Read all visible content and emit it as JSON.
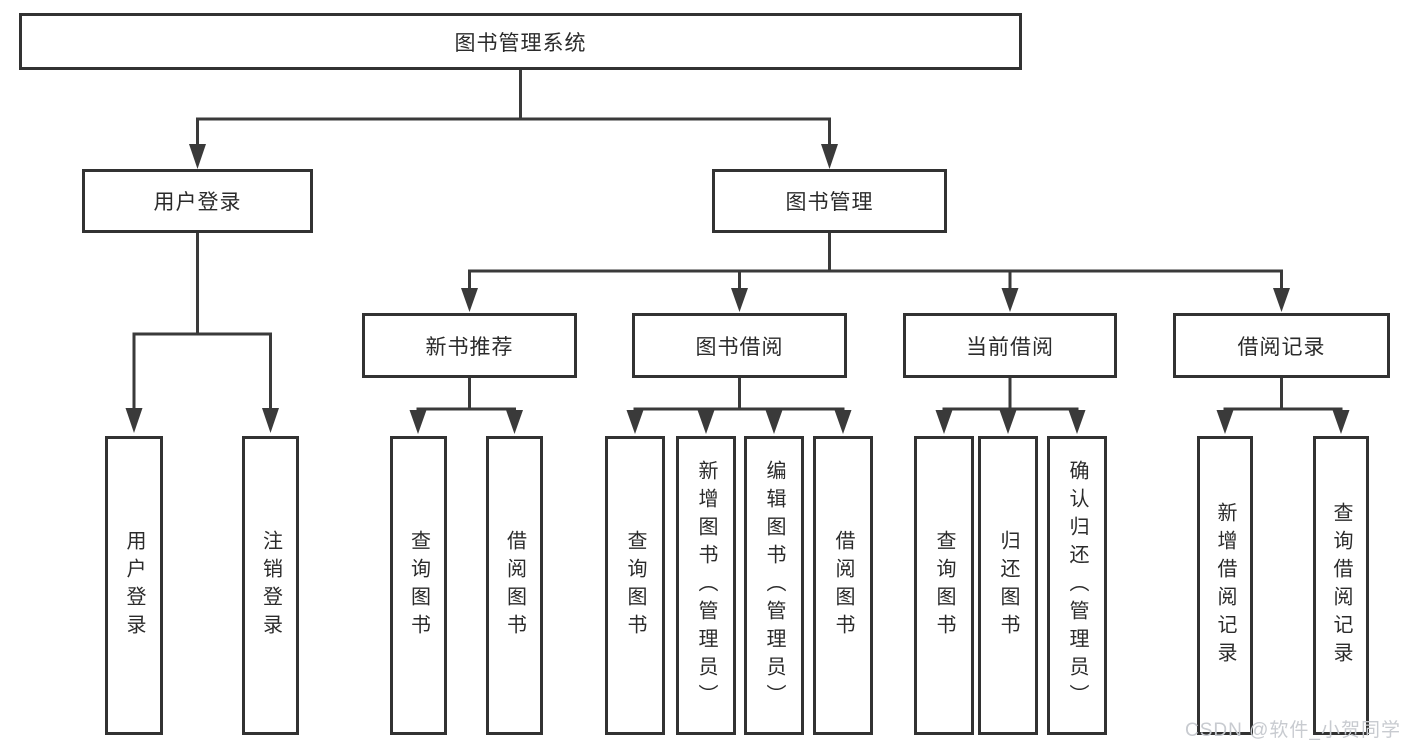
{
  "diagram": {
    "root": {
      "label": "图书管理系统"
    },
    "level2": {
      "user_login": {
        "label": "用户登录"
      },
      "book_mgmt": {
        "label": "图书管理"
      }
    },
    "level3": {
      "new_book_rec": {
        "label": "新书推荐"
      },
      "book_borrow": {
        "label": "图书借阅"
      },
      "current_borrow": {
        "label": "当前借阅"
      },
      "borrow_record": {
        "label": "借阅记录"
      }
    },
    "leaves": {
      "user_login": {
        "label": "用户登录"
      },
      "logout": {
        "label": "注销登录"
      },
      "rec_query_books": {
        "label": "查询图书"
      },
      "rec_borrow_books": {
        "label": "借阅图书"
      },
      "borrow_query_books": {
        "label": "查询图书"
      },
      "borrow_add_books": {
        "label": "新增图书（管理员）"
      },
      "borrow_edit_books": {
        "label": "编辑图书（管理员）"
      },
      "borrow_borrow_books": {
        "label": "借阅图书"
      },
      "current_query_books": {
        "label": "查询图书"
      },
      "current_return_books": {
        "label": "归还图书"
      },
      "current_confirm_return": {
        "label": "确认归还（管理员）"
      },
      "record_add": {
        "label": "新增借阅记录"
      },
      "record_query": {
        "label": "查询借阅记录"
      }
    },
    "watermark": {
      "label": "CSDN @软件_小贺同学"
    },
    "colors": {
      "line": "#3a3a3a",
      "border": "#323232",
      "text": "#2b2b2b",
      "watermark": "#c8cbd0",
      "background": "#ffffff"
    }
  }
}
